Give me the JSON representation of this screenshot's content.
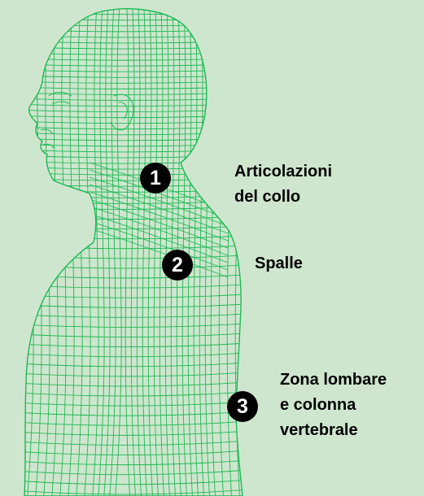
{
  "colors": {
    "background": "#cfe6ce",
    "mesh": "#1db954",
    "marker_fill": "#000000",
    "marker_text": "#ffffff",
    "label_text": "#000000"
  },
  "figure": {
    "icon": "human-torso-wireframe-icon"
  },
  "markers": [
    {
      "number": "1",
      "label_lines": [
        "Articolazioni",
        "del collo"
      ]
    },
    {
      "number": "2",
      "label_lines": [
        "Spalle"
      ]
    },
    {
      "number": "3",
      "label_lines": [
        "Zona lombare",
        "e colonna",
        "vertebrale"
      ]
    }
  ]
}
